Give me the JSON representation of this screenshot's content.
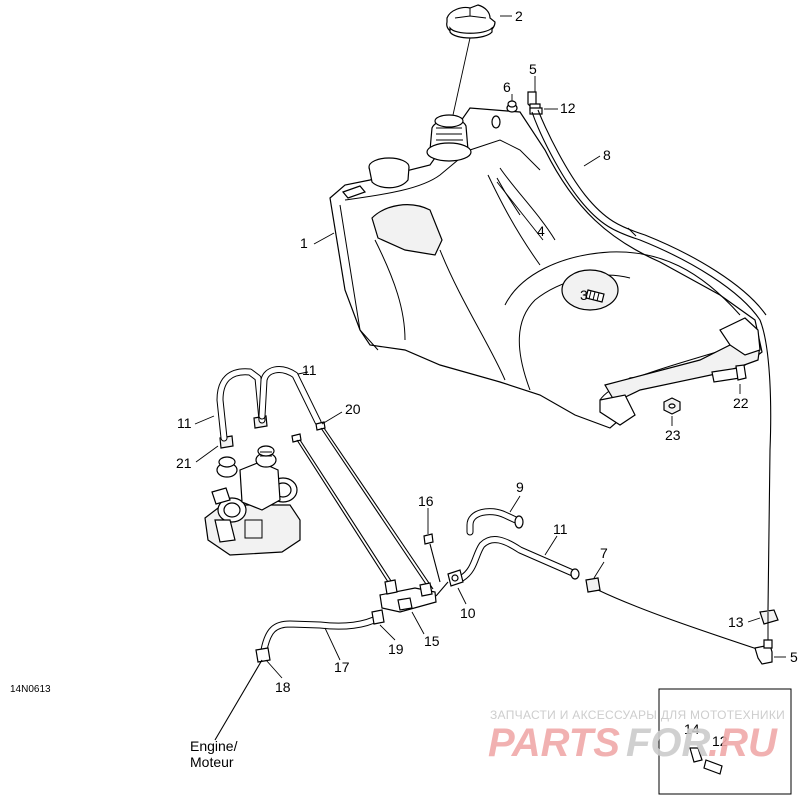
{
  "diagram": {
    "code": "14N0613",
    "engine_label_line1": "Engine/",
    "engine_label_line2": "Moteur",
    "callouts": [
      {
        "id": "c1",
        "text": "1"
      },
      {
        "id": "c2",
        "text": "2"
      },
      {
        "id": "c3",
        "text": "3"
      },
      {
        "id": "c4",
        "text": "4"
      },
      {
        "id": "c5a",
        "text": "5"
      },
      {
        "id": "c5b",
        "text": "5"
      },
      {
        "id": "c6",
        "text": "6"
      },
      {
        "id": "c7",
        "text": "7"
      },
      {
        "id": "c8",
        "text": "8"
      },
      {
        "id": "c9",
        "text": "9"
      },
      {
        "id": "c10",
        "text": "10"
      },
      {
        "id": "c11a",
        "text": "11"
      },
      {
        "id": "c11b",
        "text": "11"
      },
      {
        "id": "c11c",
        "text": "11"
      },
      {
        "id": "c12a",
        "text": "12"
      },
      {
        "id": "c12b",
        "text": "12"
      },
      {
        "id": "c13",
        "text": "13"
      },
      {
        "id": "c14",
        "text": "14"
      },
      {
        "id": "c15",
        "text": "15"
      },
      {
        "id": "c16",
        "text": "16"
      },
      {
        "id": "c17",
        "text": "17"
      },
      {
        "id": "c18",
        "text": "18"
      },
      {
        "id": "c19",
        "text": "19"
      },
      {
        "id": "c20",
        "text": "20"
      },
      {
        "id": "c21",
        "text": "21"
      },
      {
        "id": "c22",
        "text": "22"
      },
      {
        "id": "c23",
        "text": "23"
      }
    ]
  },
  "watermark": {
    "tagline": "ЗАПЧАСТИ И АКСЕССУАРЫ ДЛЯ МОТОТЕХНИКИ",
    "brand_part1": "PARTS",
    "brand_part2": "FOR",
    "brand_part3": ".RU"
  }
}
